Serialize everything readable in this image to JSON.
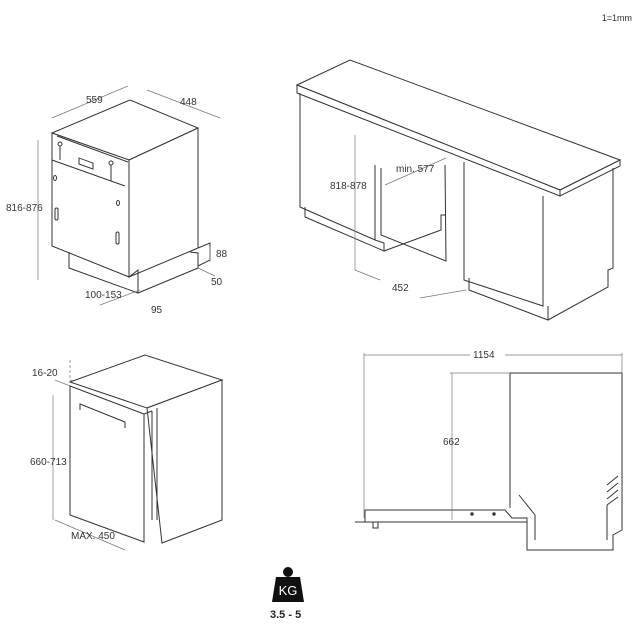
{
  "scale_note": "1=1mm",
  "views": {
    "appliance": {
      "width": "559",
      "depth": "448",
      "height": "816-876",
      "plinth_height": "88",
      "plinth_depth": "50",
      "adjust_range": "100-153",
      "toe_kick": "95"
    },
    "niche": {
      "height": "818-878",
      "min_width": "min. 577",
      "width": "452"
    },
    "door_panel": {
      "top_gap": "16-20",
      "height": "660-713",
      "max_width": "MAX. 450"
    },
    "door_swing": {
      "total_depth": "1154",
      "door_height": "662"
    }
  },
  "weight": {
    "icon_label": "KG",
    "range": "3.5 - 5"
  }
}
